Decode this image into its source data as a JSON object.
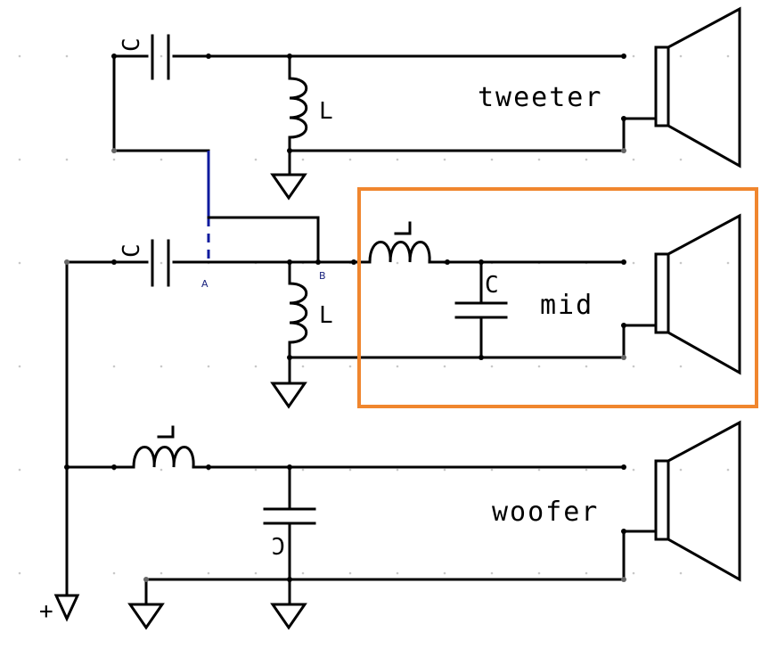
{
  "speakers": {
    "tweeter": "tweeter",
    "mid": "mid",
    "woofer": "woofer"
  },
  "components": {
    "capacitor": "C",
    "inductor": "L"
  },
  "nodes": {
    "a": "A",
    "b": "B"
  },
  "supply": "+",
  "colors": {
    "wire": "#000000",
    "highlight_wire": "#0d1a9e",
    "selection_box": "#f0862e",
    "grid": "#c8c8c8"
  }
}
